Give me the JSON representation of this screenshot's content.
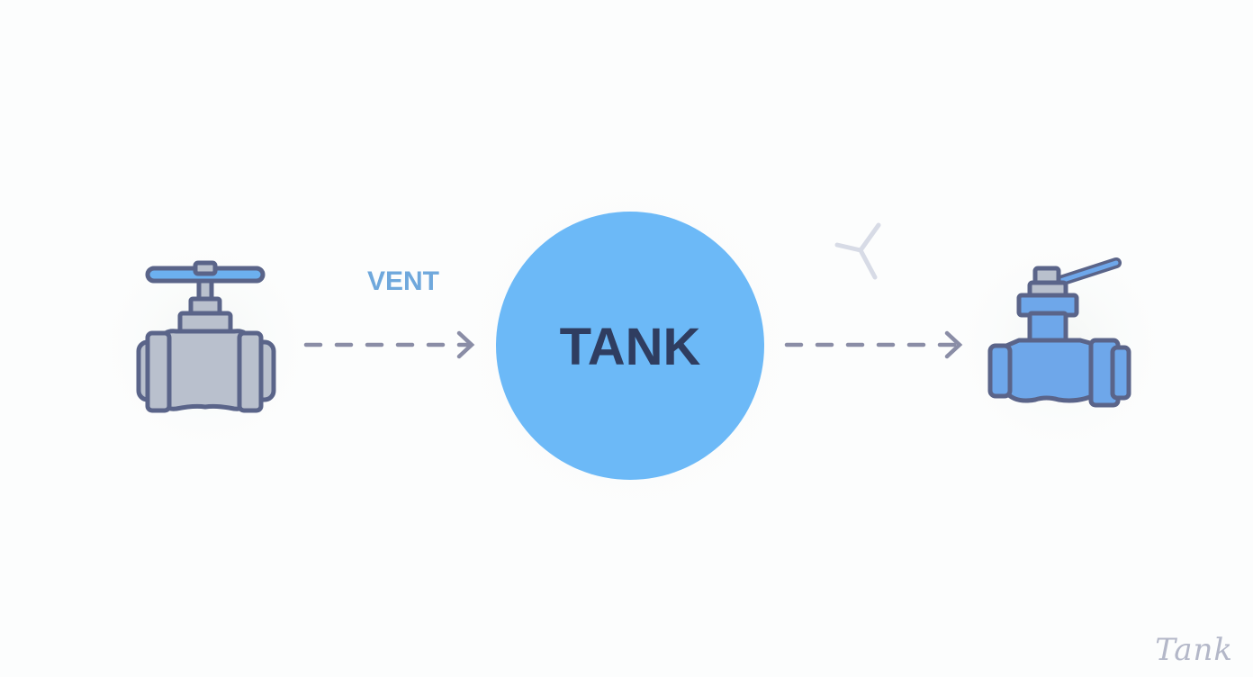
{
  "diagram": {
    "vent_label": "VENT",
    "tank_label": "TANK",
    "watermark": "Tank",
    "icons": {
      "left": "globe-valve-icon",
      "right": "ball-valve-icon",
      "fan": "fan-icon"
    },
    "colors": {
      "tank_fill": "#6cb9f7",
      "tank_text": "#2f3d60",
      "vent_text": "#6fa8dc",
      "arrow": "#8a8da6",
      "valve_outline": "#5a6489",
      "left_valve_fill": "#b9c0cd",
      "right_valve_fill": "#6ea7ea",
      "handle_fill": "#6cb0ef"
    }
  }
}
